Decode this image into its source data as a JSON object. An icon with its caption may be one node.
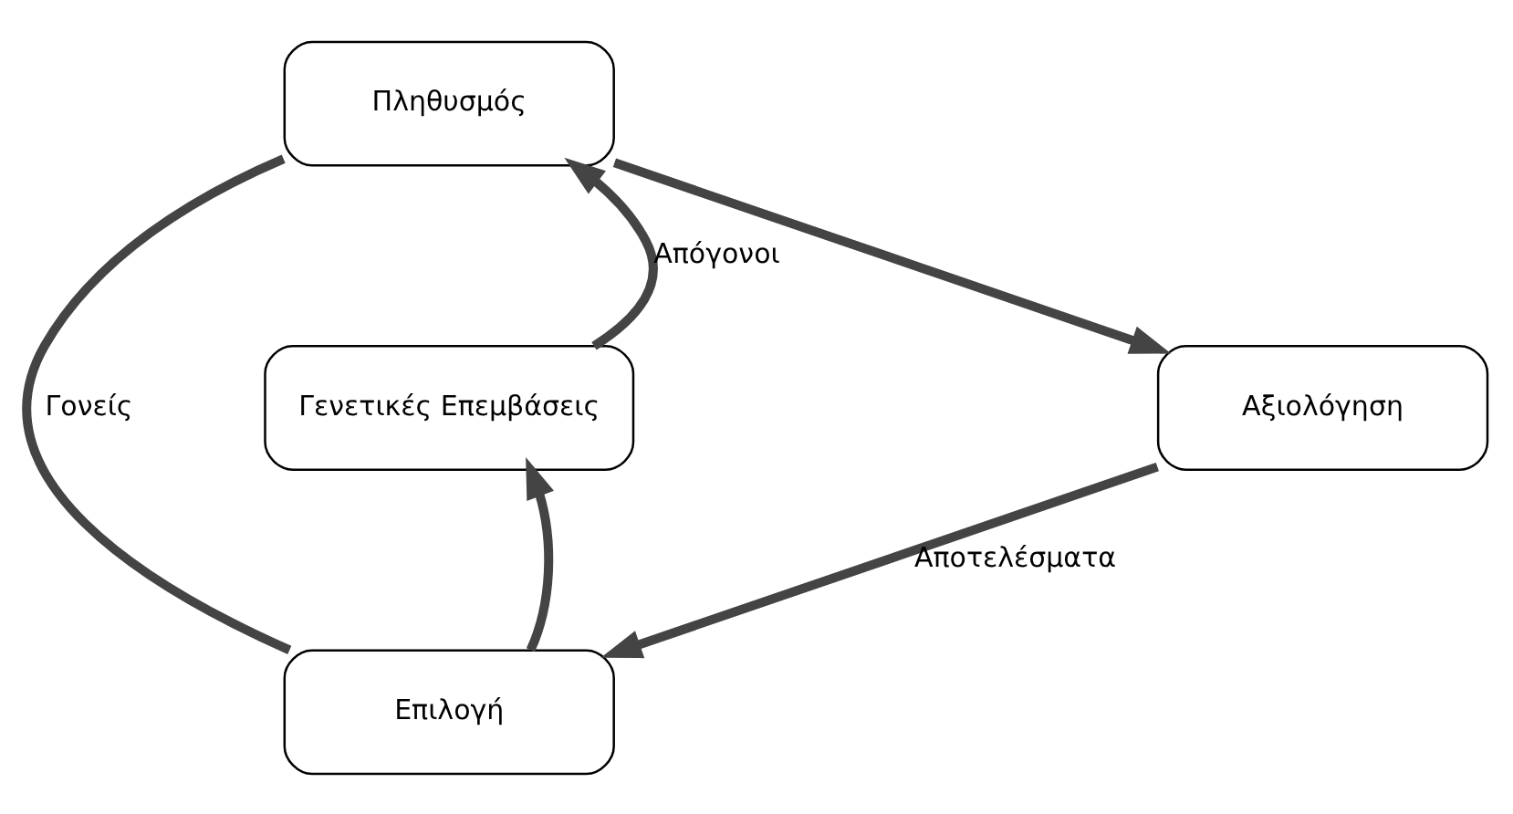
{
  "diagram": {
    "nodes": [
      {
        "text": [
          "Πληθυσμός"
        ]
      },
      {
        "text": [
          "Αξιολόγηση"
        ]
      },
      {
        "text": [
          "Επιλογή"
        ]
      },
      {
        "text": [
          "Γενετικές Επεμβάσεις"
        ]
      }
    ],
    "edges": [
      {
        "from": 0,
        "to": 1,
        "arrow": "to"
      },
      {
        "from": 1,
        "to": 2,
        "arrow": "to",
        "label": "Αποτελέσματα"
      },
      {
        "from": 2,
        "to": 3,
        "arrow": "to"
      },
      {
        "from": 3,
        "to": 0,
        "arrow": "to",
        "label": "Απόγονοι"
      },
      {
        "from": 0,
        "to": 2,
        "arrow": "none",
        "label": "Γονείς"
      }
    ]
  }
}
